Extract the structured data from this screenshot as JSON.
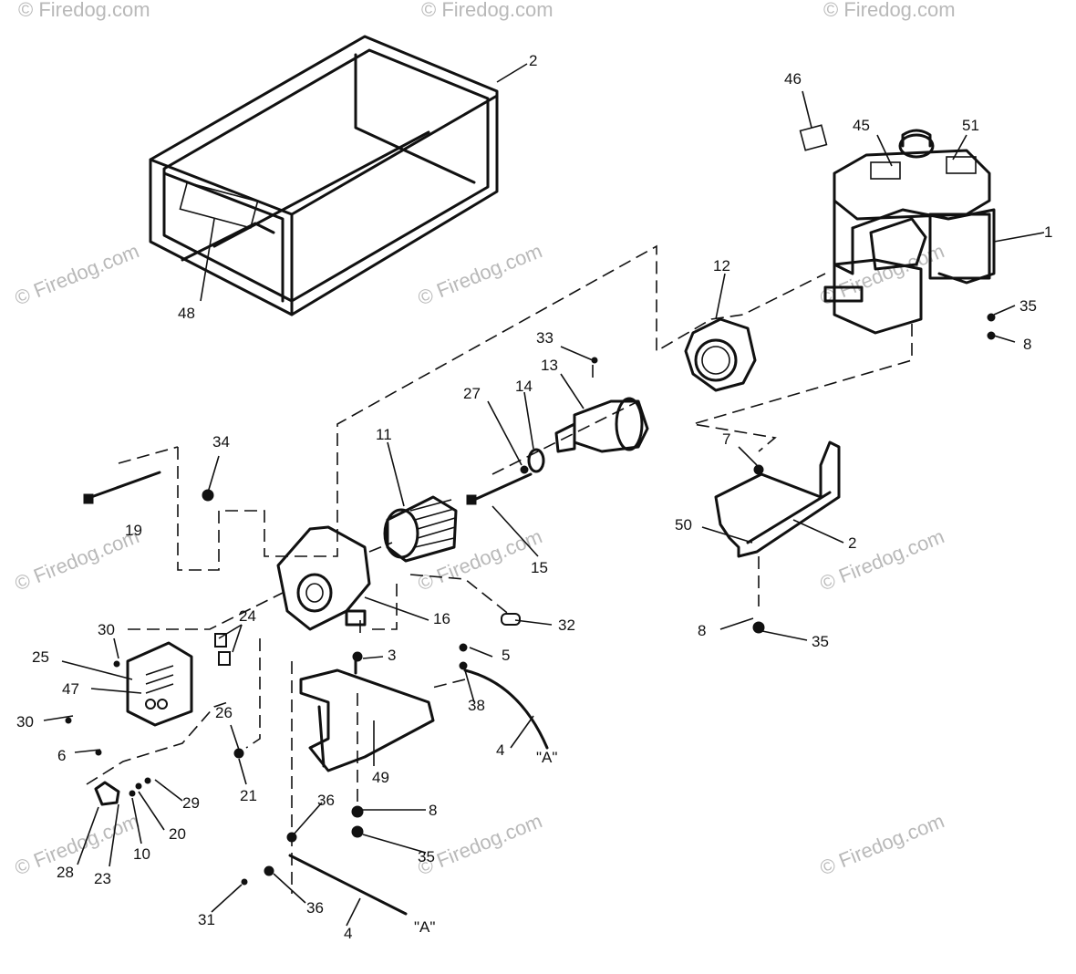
{
  "watermark": "© Firedog.com",
  "callouts": {
    "c1": "1",
    "c2a": "2",
    "c2b": "2",
    "c3": "3",
    "c4a": "4",
    "c4b": "4",
    "c5": "5",
    "c6": "6",
    "c7": "7",
    "c8a": "8",
    "c8b": "8",
    "c8c": "8",
    "c10": "10",
    "c11": "11",
    "c12": "12",
    "c13": "13",
    "c14": "14",
    "c15": "15",
    "c16": "16",
    "c19": "19",
    "c20": "20",
    "c21": "21",
    "c23": "23",
    "c24": "24",
    "c25": "25",
    "c26": "26",
    "c27": "27",
    "c28": "28",
    "c29": "29",
    "c30a": "30",
    "c30b": "30",
    "c31": "31",
    "c32": "32",
    "c33": "33",
    "c34": "34",
    "c35a": "35",
    "c35b": "35",
    "c35c": "35",
    "c36a": "36",
    "c36b": "36",
    "c38": "38",
    "c45": "45",
    "c46": "46",
    "c47": "47",
    "c48": "48",
    "c49": "49",
    "c50": "50",
    "c51": "51"
  },
  "connectors": {
    "a1": "\"A\"",
    "a2": "\"A\""
  }
}
